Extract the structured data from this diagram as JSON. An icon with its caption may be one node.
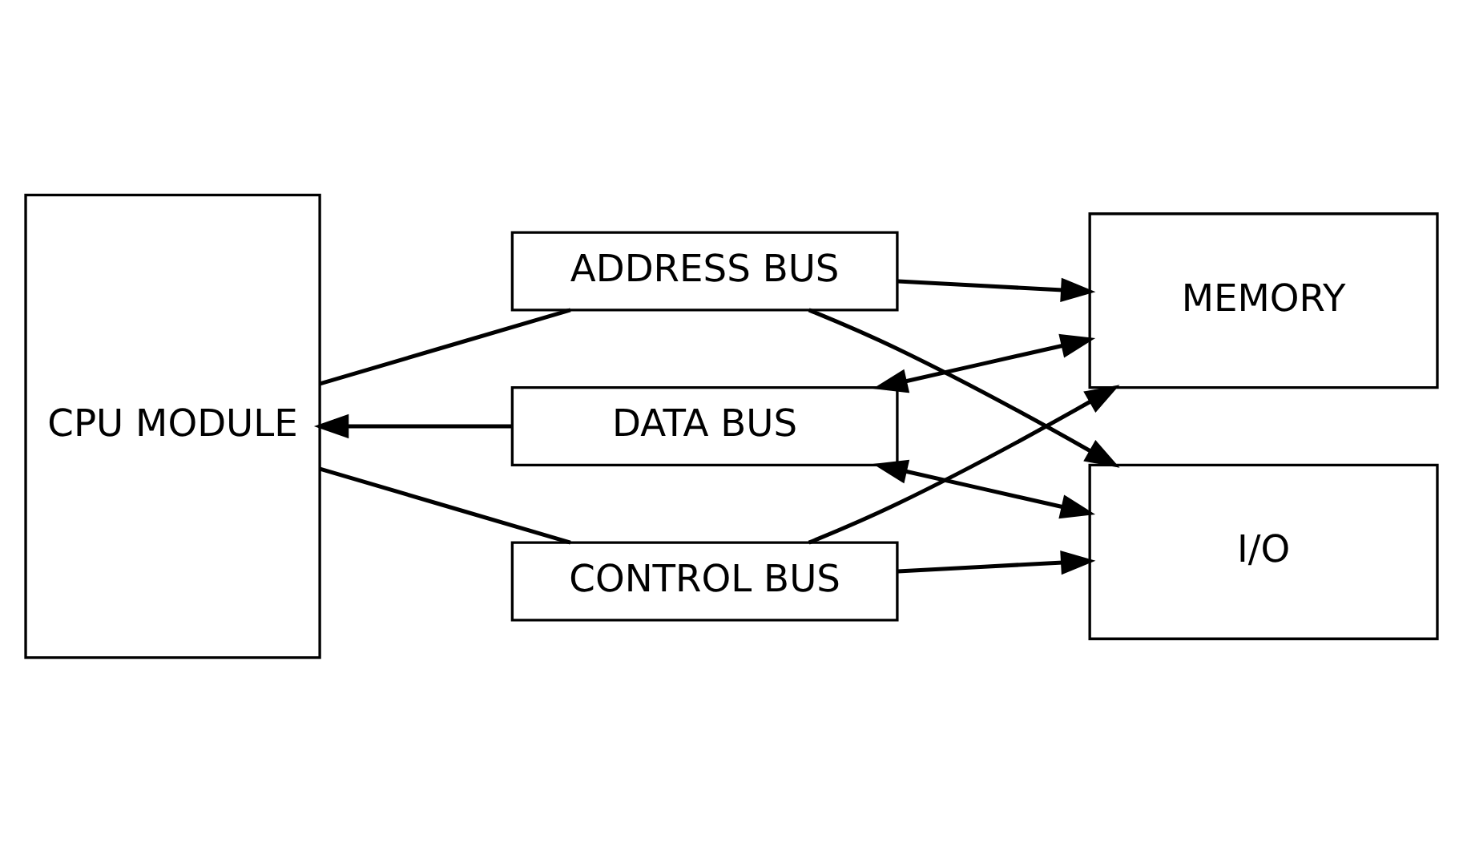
{
  "diagram": {
    "nodes": [
      {
        "text": [
          "CPU MODULE"
        ]
      },
      {
        "text": [
          "ADDRESS BUS"
        ]
      },
      {
        "text": [
          "DATA BUS"
        ]
      },
      {
        "text": [
          "CONTROL BUS"
        ]
      },
      {
        "text": [
          "MEMORY"
        ]
      },
      {
        "text": [
          "I/O"
        ]
      }
    ],
    "edges": [
      {
        "from": 0,
        "to": 1,
        "arrow": "none"
      },
      {
        "from": 1,
        "to": 4,
        "arrow": "to"
      },
      {
        "from": 1,
        "to": 5,
        "arrow": "to"
      },
      {
        "from": 2,
        "to": 0,
        "arrow": "to"
      },
      {
        "from": 2,
        "to": 4,
        "arrow": "both"
      },
      {
        "from": 2,
        "to": 5,
        "arrow": "both"
      },
      {
        "from": 0,
        "to": 3,
        "arrow": "none"
      },
      {
        "from": 3,
        "to": 4,
        "arrow": "to"
      },
      {
        "from": 3,
        "to": 5,
        "arrow": "to"
      }
    ]
  }
}
